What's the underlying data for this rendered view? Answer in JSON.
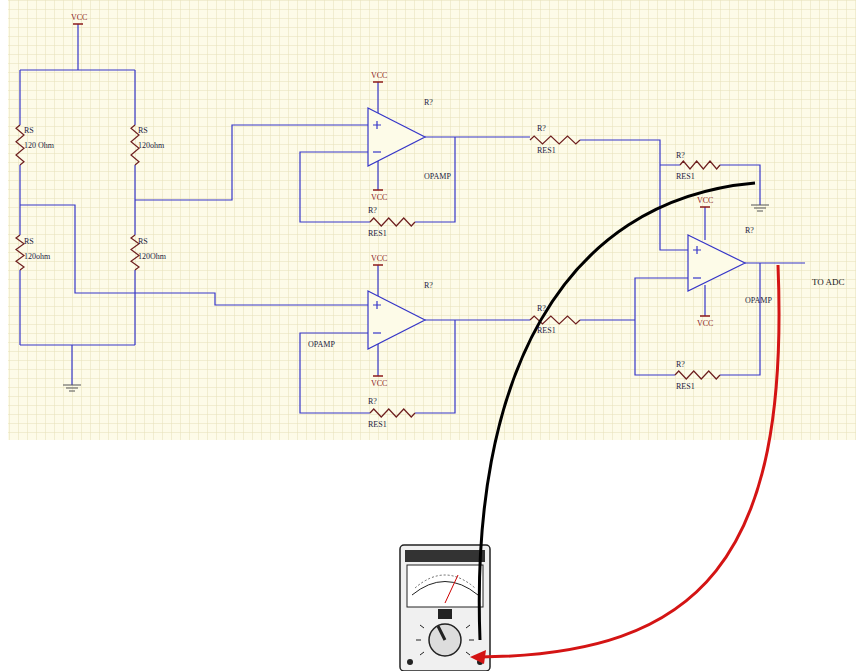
{
  "diagram": {
    "labels": [
      "VCC",
      "RS",
      "120 Ohm",
      "RS",
      "120ohm",
      "RS",
      "120ohm",
      "RS",
      "120Ohm",
      "VCC",
      "R?",
      "OPAMP",
      "VCC",
      "R?",
      "RES1",
      "VCC",
      "R?",
      "OPAMP",
      "VCC",
      "R?",
      "RES1",
      "R?",
      "RES1",
      "R?",
      "RES1",
      "VCC",
      "R?",
      "OPAMP",
      "VCC",
      "R?",
      "RES1",
      "R?",
      "RES1",
      "TO ADC"
    ]
  }
}
